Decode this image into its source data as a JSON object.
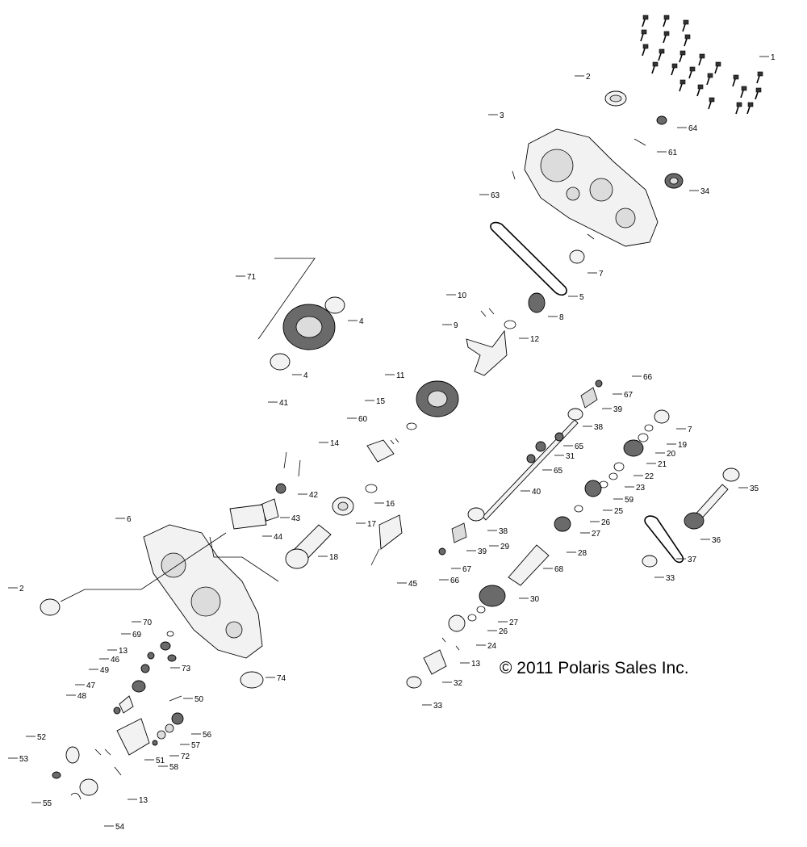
{
  "copyright": "© 2011  Polaris Sales Inc.",
  "callouts": [
    "1",
    "2",
    "3",
    "4",
    "5",
    "6",
    "7",
    "8",
    "9",
    "10",
    "11",
    "12",
    "13",
    "14",
    "15",
    "16",
    "17",
    "18",
    "19",
    "20",
    "21",
    "22",
    "23",
    "24",
    "25",
    "26",
    "27",
    "28",
    "29",
    "30",
    "31",
    "32",
    "33",
    "34",
    "35",
    "36",
    "37",
    "38",
    "39",
    "40",
    "41",
    "42",
    "43",
    "44",
    "45",
    "46",
    "47",
    "48",
    "49",
    "50",
    "51",
    "52",
    "53",
    "54",
    "55",
    "56",
    "57",
    "58",
    "59",
    "60",
    "61",
    "63",
    "64",
    "65",
    "66",
    "67",
    "68",
    "69",
    "70",
    "71",
    "72",
    "73",
    "74"
  ]
}
